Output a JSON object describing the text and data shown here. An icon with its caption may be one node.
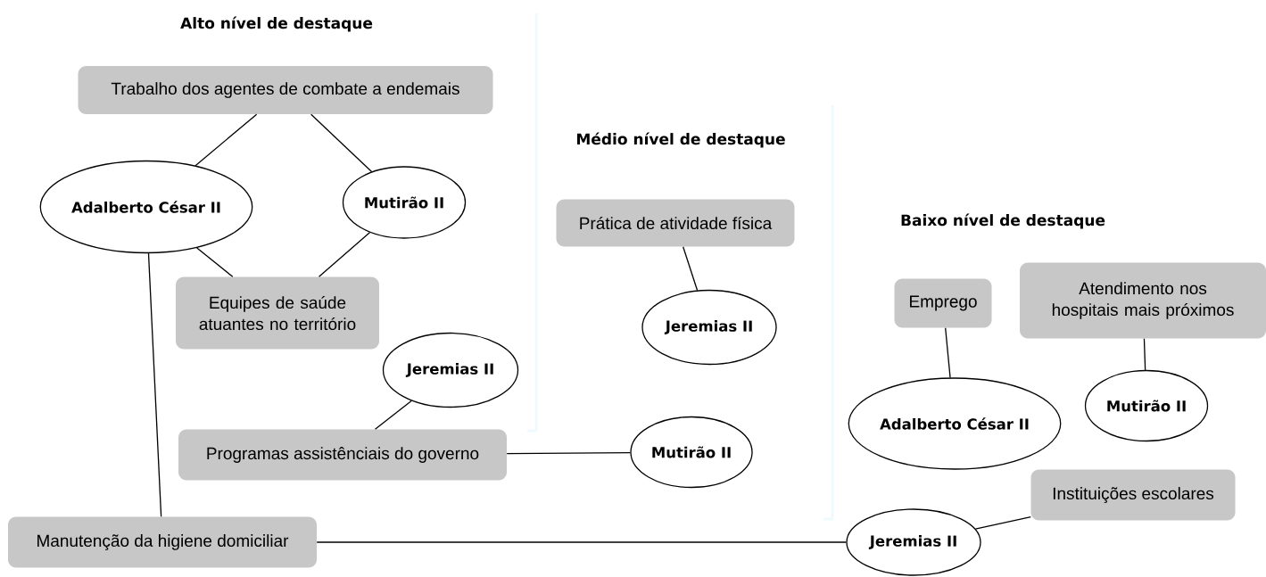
{
  "diagram": {
    "nodes": [
      {
        "text": [
          "Trabalho dos agentes de combate a endemais"
        ]
      },
      {
        "text": [
          "Adalberto César II"
        ]
      },
      {
        "text": [
          "Mutirão II"
        ]
      },
      {
        "text": [
          "Equipes de saúde atuantes no território"
        ]
      },
      {
        "text": [
          "Jeremias II"
        ]
      },
      {
        "text": [
          "Programas assistênciais do governo"
        ]
      },
      {
        "text": [
          "Mutirão II"
        ]
      },
      {
        "text": [
          "Manutenção da higiene domiciliar"
        ]
      },
      {
        "text": [
          "Prática de atividade física"
        ]
      },
      {
        "text": [
          "Jeremias II"
        ]
      },
      {
        "text": [
          "Emprego"
        ]
      },
      {
        "text": [
          "Atendimento nos hospitais mais próximos"
        ]
      },
      {
        "text": [
          "Adalberto César II"
        ]
      },
      {
        "text": [
          "Mutirão II"
        ]
      },
      {
        "text": [
          "Instituições escolares"
        ]
      },
      {
        "text": [
          "Jeremias II"
        ]
      }
    ],
    "edges": [
      {
        "from": 0,
        "to": 1,
        "arrow": "none"
      },
      {
        "from": 0,
        "to": 2,
        "arrow": "none"
      },
      {
        "from": 1,
        "to": 3,
        "arrow": "none"
      },
      {
        "from": 2,
        "to": 3,
        "arrow": "none"
      },
      {
        "from": 1,
        "to": 7,
        "arrow": "none"
      },
      {
        "from": 4,
        "to": 5,
        "arrow": "none"
      },
      {
        "from": 5,
        "to": 6,
        "arrow": "none"
      },
      {
        "from": 7,
        "to": 15,
        "arrow": "none"
      },
      {
        "from": 8,
        "to": 9,
        "arrow": "none"
      },
      {
        "from": 10,
        "to": 12,
        "arrow": "none"
      },
      {
        "from": 11,
        "to": 13,
        "arrow": "none"
      },
      {
        "from": 15,
        "to": 14,
        "arrow": "none"
      }
    ],
    "labels": [
      "Alto nível de destaque",
      "Médio nível de destaque",
      "Baixo nível de destaque"
    ]
  }
}
